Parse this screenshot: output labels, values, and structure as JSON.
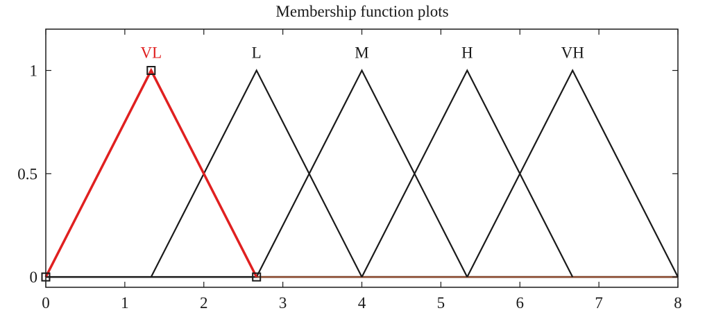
{
  "chart_data": {
    "type": "line",
    "title": "Membership function plots",
    "xlabel": "",
    "ylabel": "",
    "xlim": [
      0,
      8
    ],
    "ylim": [
      -0.05,
      1.2
    ],
    "grid": false,
    "legend": "none",
    "x_ticks": [
      "0",
      "1",
      "2",
      "3",
      "4",
      "5",
      "6",
      "7",
      "8"
    ],
    "y_ticks": [
      "0",
      "0.5",
      "1"
    ],
    "series": [
      {
        "name": "VL",
        "color": "#e02020",
        "selected": true,
        "points": [
          [
            0,
            0
          ],
          [
            1.333,
            1
          ],
          [
            2.667,
            0
          ]
        ]
      },
      {
        "name": "L",
        "color": "#1a1a1a",
        "selected": false,
        "points": [
          [
            1.333,
            0
          ],
          [
            2.667,
            1
          ],
          [
            4.0,
            0
          ]
        ]
      },
      {
        "name": "M",
        "color": "#1a1a1a",
        "selected": false,
        "points": [
          [
            2.667,
            0
          ],
          [
            4.0,
            1
          ],
          [
            5.333,
            0
          ]
        ]
      },
      {
        "name": "H",
        "color": "#1a1a1a",
        "selected": false,
        "points": [
          [
            4.0,
            0
          ],
          [
            5.333,
            1
          ],
          [
            6.667,
            0
          ]
        ]
      },
      {
        "name": "VH",
        "color": "#1a1a1a",
        "selected": false,
        "points": [
          [
            5.333,
            0
          ],
          [
            6.667,
            1
          ],
          [
            8.0,
            0
          ]
        ]
      }
    ],
    "baseline": {
      "color": "#1a1a1a",
      "points": [
        [
          0,
          0
        ],
        [
          8,
          0
        ]
      ]
    },
    "baseline_highlight": {
      "color": "#8b4a2e",
      "points": [
        [
          2.667,
          0
        ],
        [
          8,
          0
        ]
      ]
    },
    "selected_handles": [
      [
        0,
        0
      ],
      [
        1.333,
        1
      ],
      [
        2.667,
        0
      ]
    ]
  }
}
